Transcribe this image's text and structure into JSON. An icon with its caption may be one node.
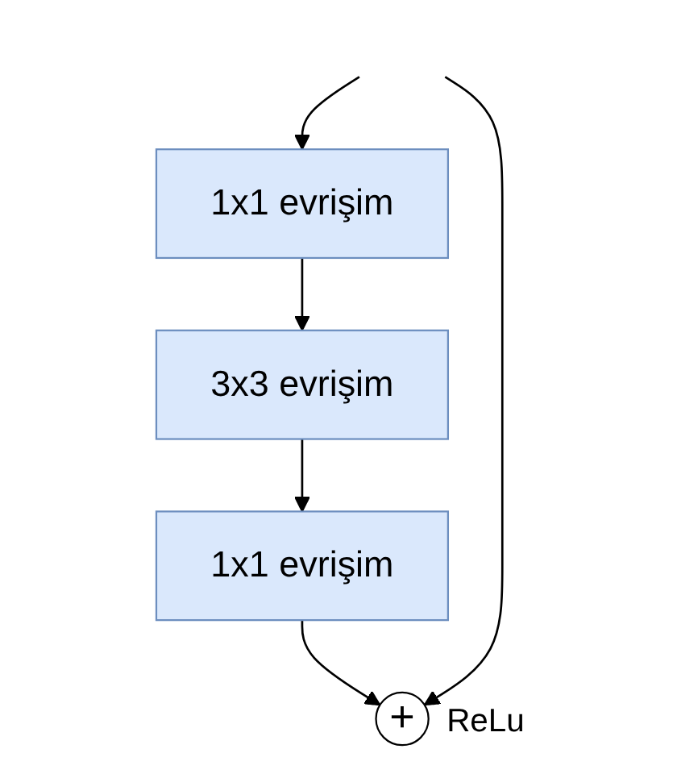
{
  "diagram": {
    "nodes": [
      {
        "text": [
          "1x1 evrişim"
        ]
      },
      {
        "text": [
          "3x3 evrişim"
        ]
      },
      {
        "text": [
          "1x1 evrişim"
        ]
      },
      {
        "text": [
          "+"
        ],
        "beside": [
          "ReLu"
        ]
      }
    ],
    "edges": [
      {
        "from": null,
        "to": 0,
        "arrow": "to"
      },
      {
        "from": 0,
        "to": 1,
        "arrow": "to"
      },
      {
        "from": 1,
        "to": 2,
        "arrow": "to"
      },
      {
        "from": 2,
        "to": 3,
        "arrow": "to"
      },
      {
        "from": null,
        "to": 3,
        "arrow": "to"
      }
    ]
  }
}
